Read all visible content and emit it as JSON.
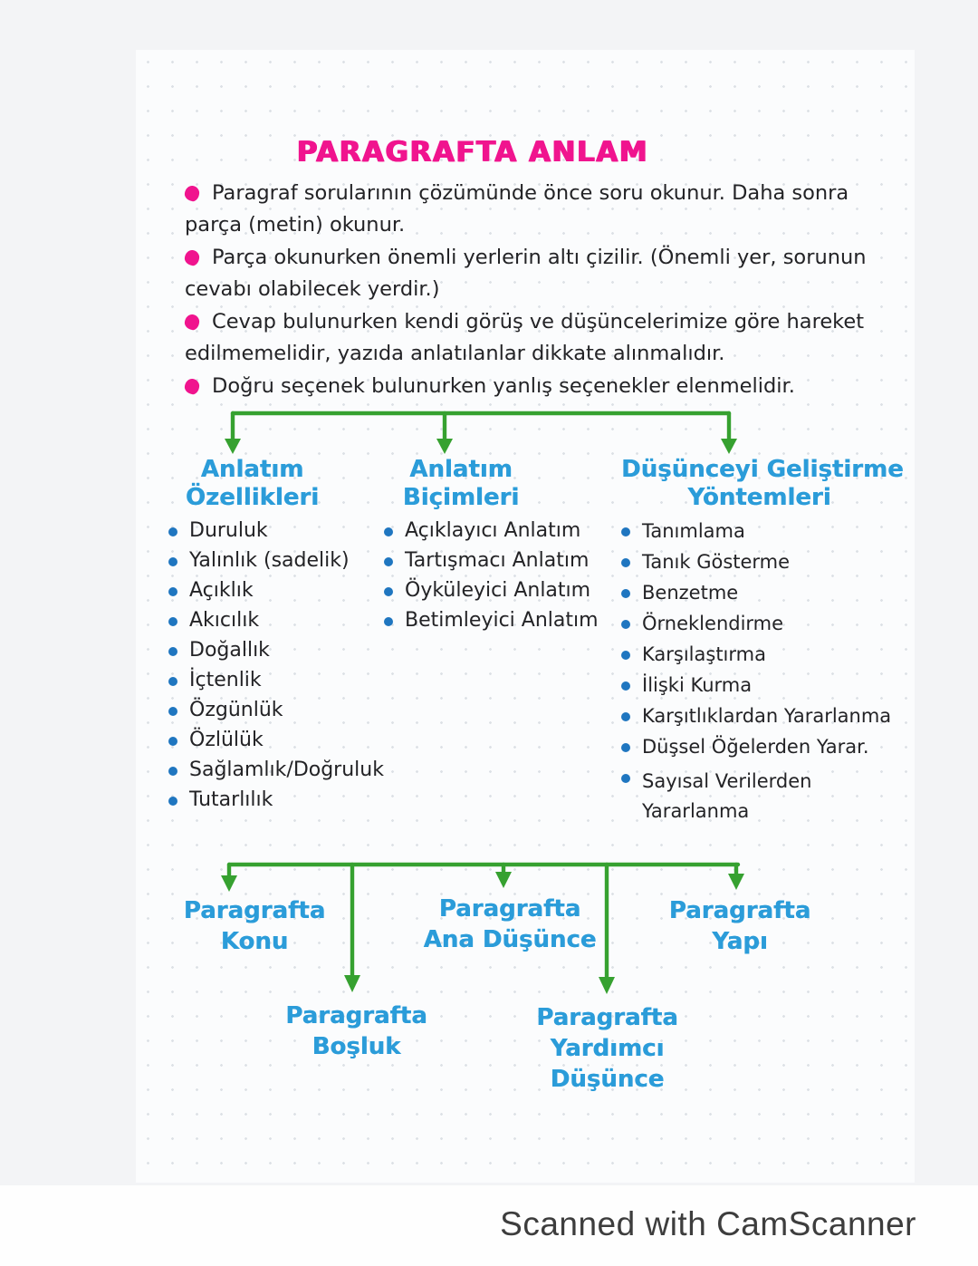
{
  "title": "PARAGRAFTA ANLAM",
  "notes": [
    {
      "lines": [
        "Paragraf sorularının çözümünde önce soru okunur. Daha sonra",
        "parça (metin) okunur."
      ]
    },
    {
      "lines": [
        "Parça okunurken önemli yerlerin altı çizilir. (Önemli yer, sorunun",
        "cevabı olabilecek yerdir.)"
      ]
    },
    {
      "lines": [
        "Cevap bulunurken kendi görüş ve düşüncelerimize göre hareket",
        "edilmemelidir, yazıda anlatılanlar dikkate alınmalıdır."
      ]
    },
    {
      "lines": [
        "Doğru seçenek bulunurken yanlış seçenekler elenmelidir."
      ]
    }
  ],
  "tree1": {
    "columns": [
      {
        "heading_lines": [
          "Anlatım",
          "Özellikleri"
        ],
        "items": [
          "Duruluk",
          "Yalınlık (sadelik)",
          "Açıklık",
          "Akıcılık",
          "Doğallık",
          "İçtenlik",
          "Özgünlük",
          "Özlülük",
          "Sağlamlık/Doğruluk",
          "Tutarlılık"
        ]
      },
      {
        "heading_lines": [
          "Anlatım",
          "Biçimleri"
        ],
        "items": [
          "Açıklayıcı Anlatım",
          "Tartışmacı Anlatım",
          "Öyküleyici Anlatım",
          "Betimleyici Anlatım"
        ]
      },
      {
        "heading_lines": [
          "Düşünceyi Geliştirme",
          "Yöntemleri"
        ],
        "items": [
          "Tanımlama",
          "Tanık Gösterme",
          "Benzetme",
          "Örneklendirme",
          "Karşılaştırma",
          "İlişki Kurma",
          "Karşıtlıklardan Yararlanma",
          "Düşsel Öğelerden Yarar.",
          "Sayısal Verilerden Yararlanma"
        ]
      }
    ]
  },
  "tree2": {
    "top_nodes": [
      {
        "lines": [
          "Paragrafta",
          "Konu"
        ]
      },
      {
        "lines": [
          "Paragrafta",
          "Ana Düşünce"
        ]
      },
      {
        "lines": [
          "Paragrafta",
          "Yapı"
        ]
      }
    ],
    "bottom_nodes": [
      {
        "lines": [
          "Paragrafta",
          "Boşluk"
        ]
      },
      {
        "lines": [
          "Paragrafta",
          "Yardımcı",
          "Düşünce"
        ]
      }
    ]
  },
  "footer": {
    "scanned_label": "Scanned with CamScanner"
  },
  "colors": {
    "pink": "#f0148e",
    "blue": "#2b9cd9",
    "green": "#36a130",
    "dot_blue": "#1f76c0",
    "ink": "#232326"
  }
}
